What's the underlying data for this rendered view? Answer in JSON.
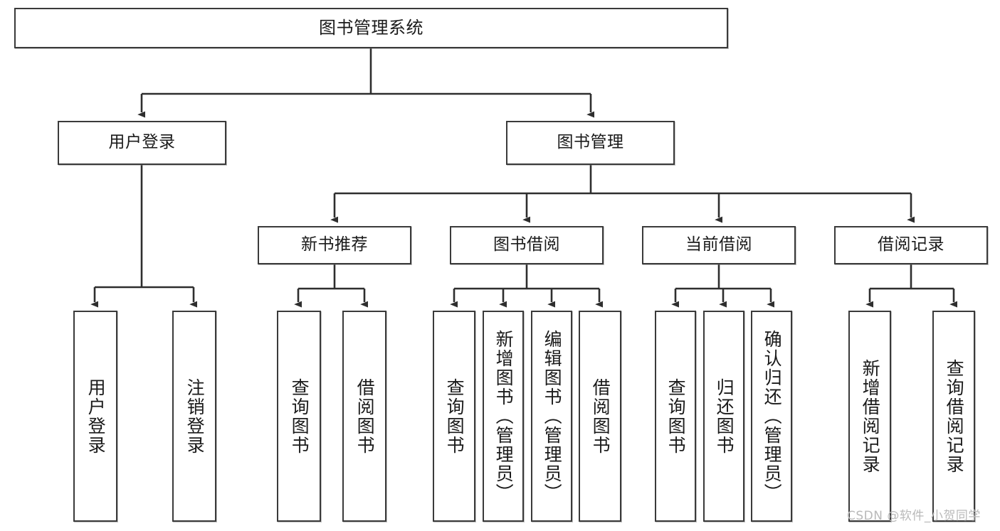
{
  "diagram": {
    "title": "图书管理系统",
    "type": "tree",
    "stroke_color": "#3a3a3a",
    "fill_color": "#ffffff",
    "text_color": "#1a1a1a"
  },
  "nodes": {
    "root": {
      "label": "图书管理系统"
    },
    "level2": [
      {
        "id": "user-login",
        "label": "用户登录"
      },
      {
        "id": "book-management",
        "label": "图书管理"
      }
    ],
    "level3": [
      {
        "id": "new-book-recommend",
        "label": "新书推荐"
      },
      {
        "id": "book-borrow",
        "label": "图书借阅"
      },
      {
        "id": "current-borrow",
        "label": "当前借阅"
      },
      {
        "id": "borrow-record",
        "label": "借阅记录"
      }
    ],
    "leaves": [
      {
        "id": "leaf-user-login",
        "label": "用户登录"
      },
      {
        "id": "leaf-logout-login",
        "label": "注销登录"
      },
      {
        "id": "leaf-query-book-1",
        "label": "查询图书"
      },
      {
        "id": "leaf-borrow-book-1",
        "label": "借阅图书"
      },
      {
        "id": "leaf-query-book-2",
        "label": "查询图书"
      },
      {
        "id": "leaf-add-book",
        "label": "新增图书（管理员）"
      },
      {
        "id": "leaf-edit-book",
        "label": "编辑图书（管理员）"
      },
      {
        "id": "leaf-borrow-book-2",
        "label": "借阅图书"
      },
      {
        "id": "leaf-query-book-3",
        "label": "查询图书"
      },
      {
        "id": "leaf-return-book",
        "label": "归还图书"
      },
      {
        "id": "leaf-confirm-return",
        "label": "确认归还（管理员）"
      },
      {
        "id": "leaf-add-borrow-record",
        "label": "新增借阅记录"
      },
      {
        "id": "leaf-query-borrow-record",
        "label": "查询借阅记录"
      }
    ]
  },
  "watermark": {
    "text": "CSDN @软件_小贺同学"
  }
}
